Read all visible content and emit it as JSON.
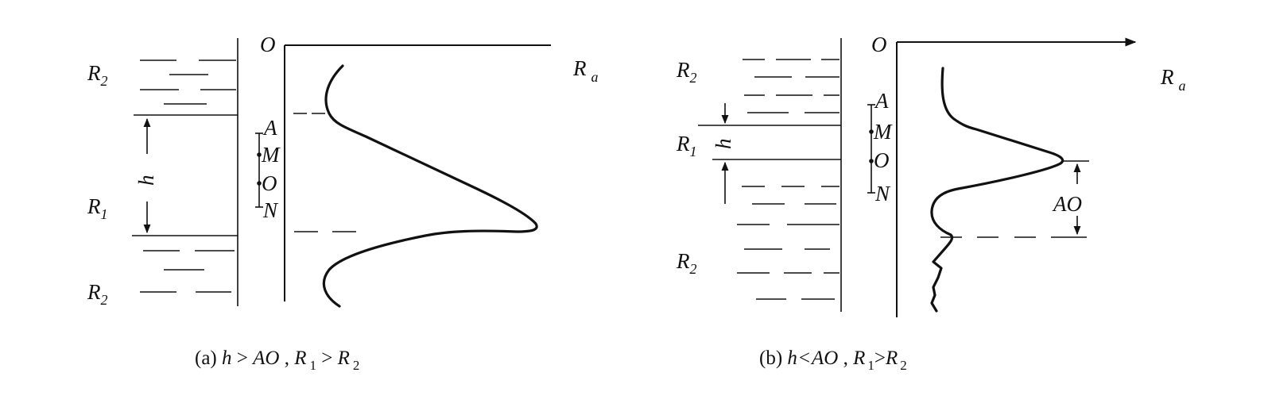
{
  "panel_a": {
    "layer_top": "R",
    "layer_top_sub": "2",
    "layer_mid": "R",
    "layer_mid_sub": "1",
    "layer_bot": "R",
    "layer_bot_sub": "2",
    "thickness": "h",
    "origin": "O",
    "axis_label": "R",
    "axis_label_sub": "a",
    "pt_a": "A",
    "pt_m": "M",
    "pt_o": "O",
    "pt_n": "N",
    "caption": {
      "prefix": "(a) ",
      "h": "h",
      "gt1": " > ",
      "ao": "AO",
      "comma": " , ",
      "r1": "R",
      "r1_sub": "1",
      "gt2": " > ",
      "r2": "R",
      "r2_sub": "2"
    }
  },
  "panel_b": {
    "layer_top": "R",
    "layer_top_sub": "2",
    "layer_mid": "R",
    "layer_mid_sub": "1",
    "layer_bot": "R",
    "layer_bot_sub": "2",
    "thickness": "h",
    "origin": "O",
    "axis_label": "R",
    "axis_label_sub": "a",
    "pt_a": "A",
    "pt_m": "M",
    "pt_o": "O",
    "pt_n": "N",
    "ao_label": "AO",
    "caption": {
      "prefix": "(b) ",
      "h": "h",
      "lt": "<",
      "ao": "AO",
      "comma": " ,  ",
      "r1": "R",
      "r1_sub": "1",
      "gt": ">",
      "r2": "R",
      "r2_sub": "2"
    }
  }
}
